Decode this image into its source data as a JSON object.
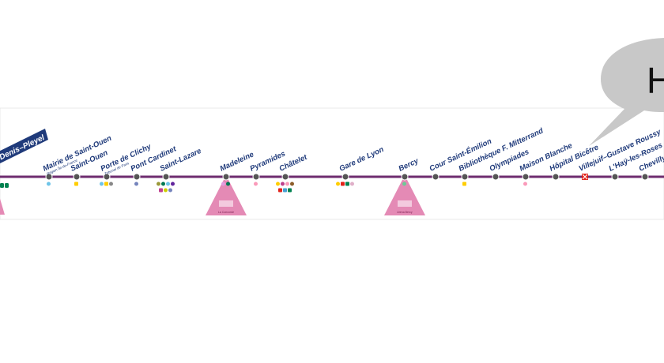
{
  "line": {
    "color": "#6e2c6f",
    "band_color": "#ffffff",
    "panel_color": "#ffffff"
  },
  "terminus": {
    "label": "-Denis–Pleyel",
    "color": "#1f3a7a"
  },
  "stations": [
    {
      "name": "Mairie de Saint-Ouen",
      "sub": "Région Île-de-France",
      "type": "normal",
      "connections": [
        "M13"
      ]
    },
    {
      "name": "Saint-Ouen",
      "sub": "",
      "type": "normal",
      "connections": [
        "RER C"
      ]
    },
    {
      "name": "Porte de Clichy",
      "sub": "Tribunal de Paris",
      "type": "normal",
      "connections": [
        "M13",
        "RER C",
        "T3b"
      ]
    },
    {
      "name": "Pont Cardinet",
      "sub": "",
      "type": "normal",
      "connections": [
        "L"
      ]
    },
    {
      "name": "Saint-Lazare",
      "sub": "",
      "type": "normal",
      "connections": [
        "M3",
        "M12",
        "M13",
        "M14",
        "RER E",
        "J",
        "L"
      ]
    },
    {
      "name": "Madeleine",
      "sub": "",
      "type": "landmark",
      "connections": [
        "M8",
        "M12"
      ]
    },
    {
      "name": "Pyramides",
      "sub": "",
      "type": "normal",
      "connections": [
        "M7"
      ]
    },
    {
      "name": "Châtelet",
      "sub": "",
      "type": "normal",
      "connections": [
        "M1",
        "M4",
        "M7",
        "M11",
        "RER A",
        "RER B",
        "RER D"
      ]
    },
    {
      "name": "Gare de Lyon",
      "sub": "",
      "type": "normal",
      "connections": [
        "M1",
        "RER A",
        "RER D",
        "R"
      ]
    },
    {
      "name": "Bercy",
      "sub": "",
      "type": "landmark",
      "connections": [
        "M6"
      ]
    },
    {
      "name": "Cour Saint-Émilion",
      "sub": "",
      "type": "normal",
      "connections": []
    },
    {
      "name": "Bibliothèque F. Mitterrand",
      "sub": "",
      "type": "normal",
      "connections": [
        "RER C"
      ]
    },
    {
      "name": "Olympiades",
      "sub": "",
      "type": "normal",
      "connections": []
    },
    {
      "name": "Maison Blanche",
      "sub": "",
      "type": "normal",
      "connections": [
        "M7"
      ]
    },
    {
      "name": "Hôpital Bicêtre",
      "sub": "",
      "type": "normal",
      "connections": []
    },
    {
      "name": "Villejuif–Gustave Roussy",
      "sub": "",
      "type": "interchange",
      "connections": []
    },
    {
      "name": "L'Haÿ-les-Roses",
      "sub": "",
      "type": "normal",
      "connections": []
    },
    {
      "name": "Chevilly",
      "sub": "",
      "type": "normal",
      "connections": []
    }
  ],
  "landmarks": [
    {
      "label": "La Concorde",
      "color": "#e48ab5"
    },
    {
      "label": "Arena Bercy",
      "color": "#e48ab5"
    }
  ],
  "bubble": {
    "text": "H",
    "color": "#c8c8c8"
  },
  "colors": {
    "metro": "#1f3a7a",
    "M1": "#ffcd00",
    "M3": "#9b993a",
    "M4": "#be418d",
    "M6": "#6eca97",
    "M7": "#fa9aba",
    "M8": "#e19bdf",
    "M11": "#8d5e2a",
    "M12": "#007852",
    "M13": "#6ec4e8",
    "M14": "#62259d",
    "RER A": "#e2231a",
    "RER B": "#47a0d3",
    "RER C": "#ffcd00",
    "RER D": "#00814f",
    "RER E": "#c04191",
    "J": "#cdcd00",
    "L": "#7584bc",
    "R": "#e0b0c9"
  }
}
